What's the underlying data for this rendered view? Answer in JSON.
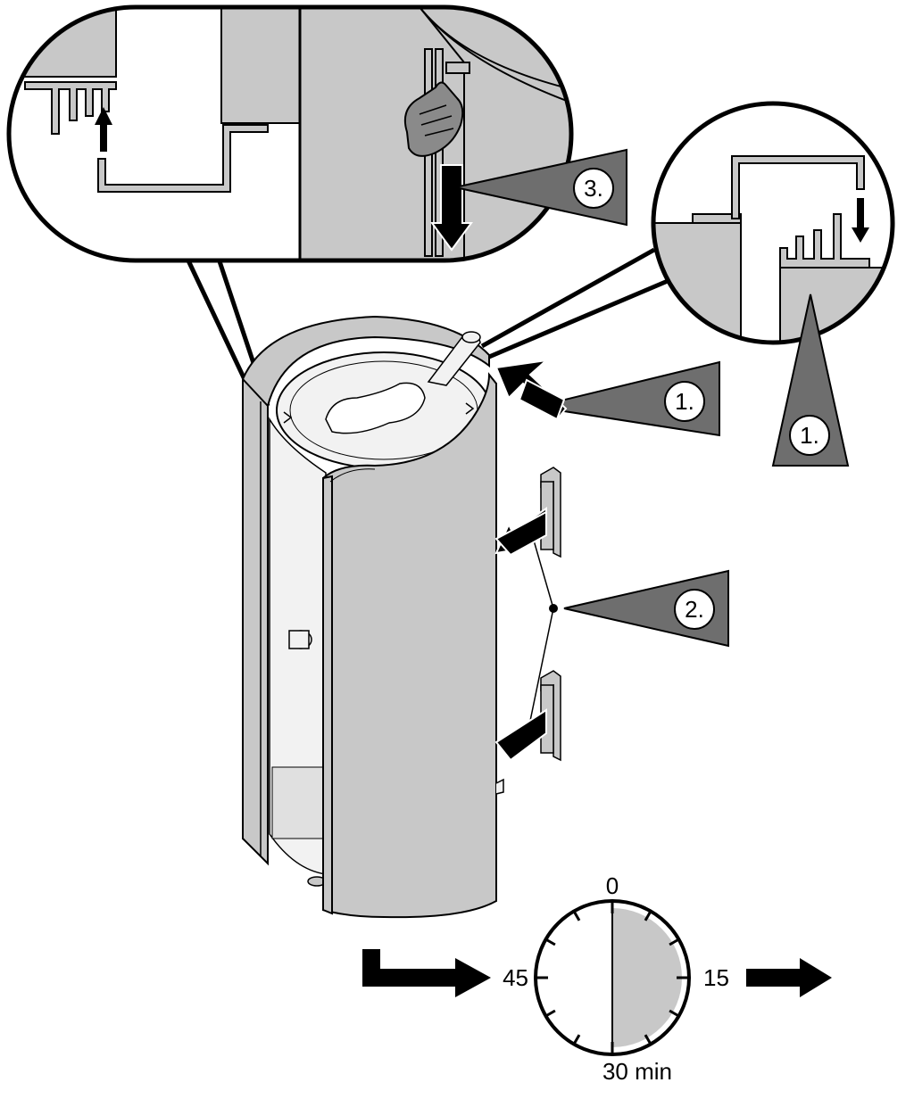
{
  "steps": {
    "step_1_main": "1.",
    "step_1_detail": "1.",
    "step_2": "2.",
    "step_3": "3."
  },
  "timer": {
    "label_top": "0",
    "label_right": "15",
    "label_bottom": "30 min",
    "label_left": "45",
    "elapsed_fraction": 0.5
  },
  "colors": {
    "jacket_gray": "#c8c8c8",
    "callout_gray": "#6e6e6e",
    "outline": "#000000",
    "tank_light": "#f2f2f2"
  }
}
